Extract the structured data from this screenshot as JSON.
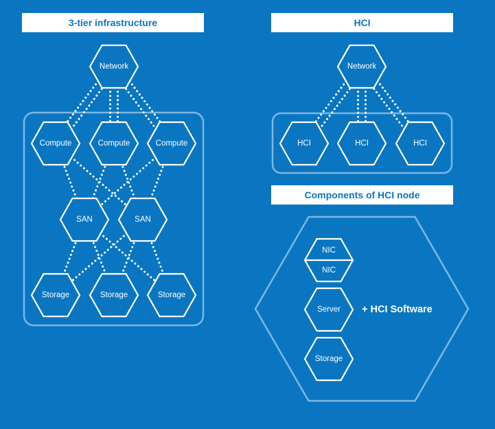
{
  "titles": {
    "three_tier": "3-tier infrastructure",
    "hci": "HCI",
    "components": "Components of HCI node"
  },
  "three_tier": {
    "network": "Network",
    "compute": [
      "Compute",
      "Compute",
      "Compute"
    ],
    "san": [
      "SAN",
      "SAN"
    ],
    "storage": [
      "Storage",
      "Storage",
      "Storage"
    ]
  },
  "hci": {
    "network": "Network",
    "nodes": [
      "HCI",
      "HCI",
      "HCI"
    ]
  },
  "components": {
    "nic_top": "NIC",
    "nic_bottom": "NIC",
    "server": "Server",
    "storage": "Storage",
    "software": "+ HCI Software"
  },
  "colors": {
    "background": "#0a76c1",
    "line": "#ffffff",
    "frame": "#7fb7e3",
    "title_text": "#0a76c1",
    "title_bg": "#ffffff"
  }
}
